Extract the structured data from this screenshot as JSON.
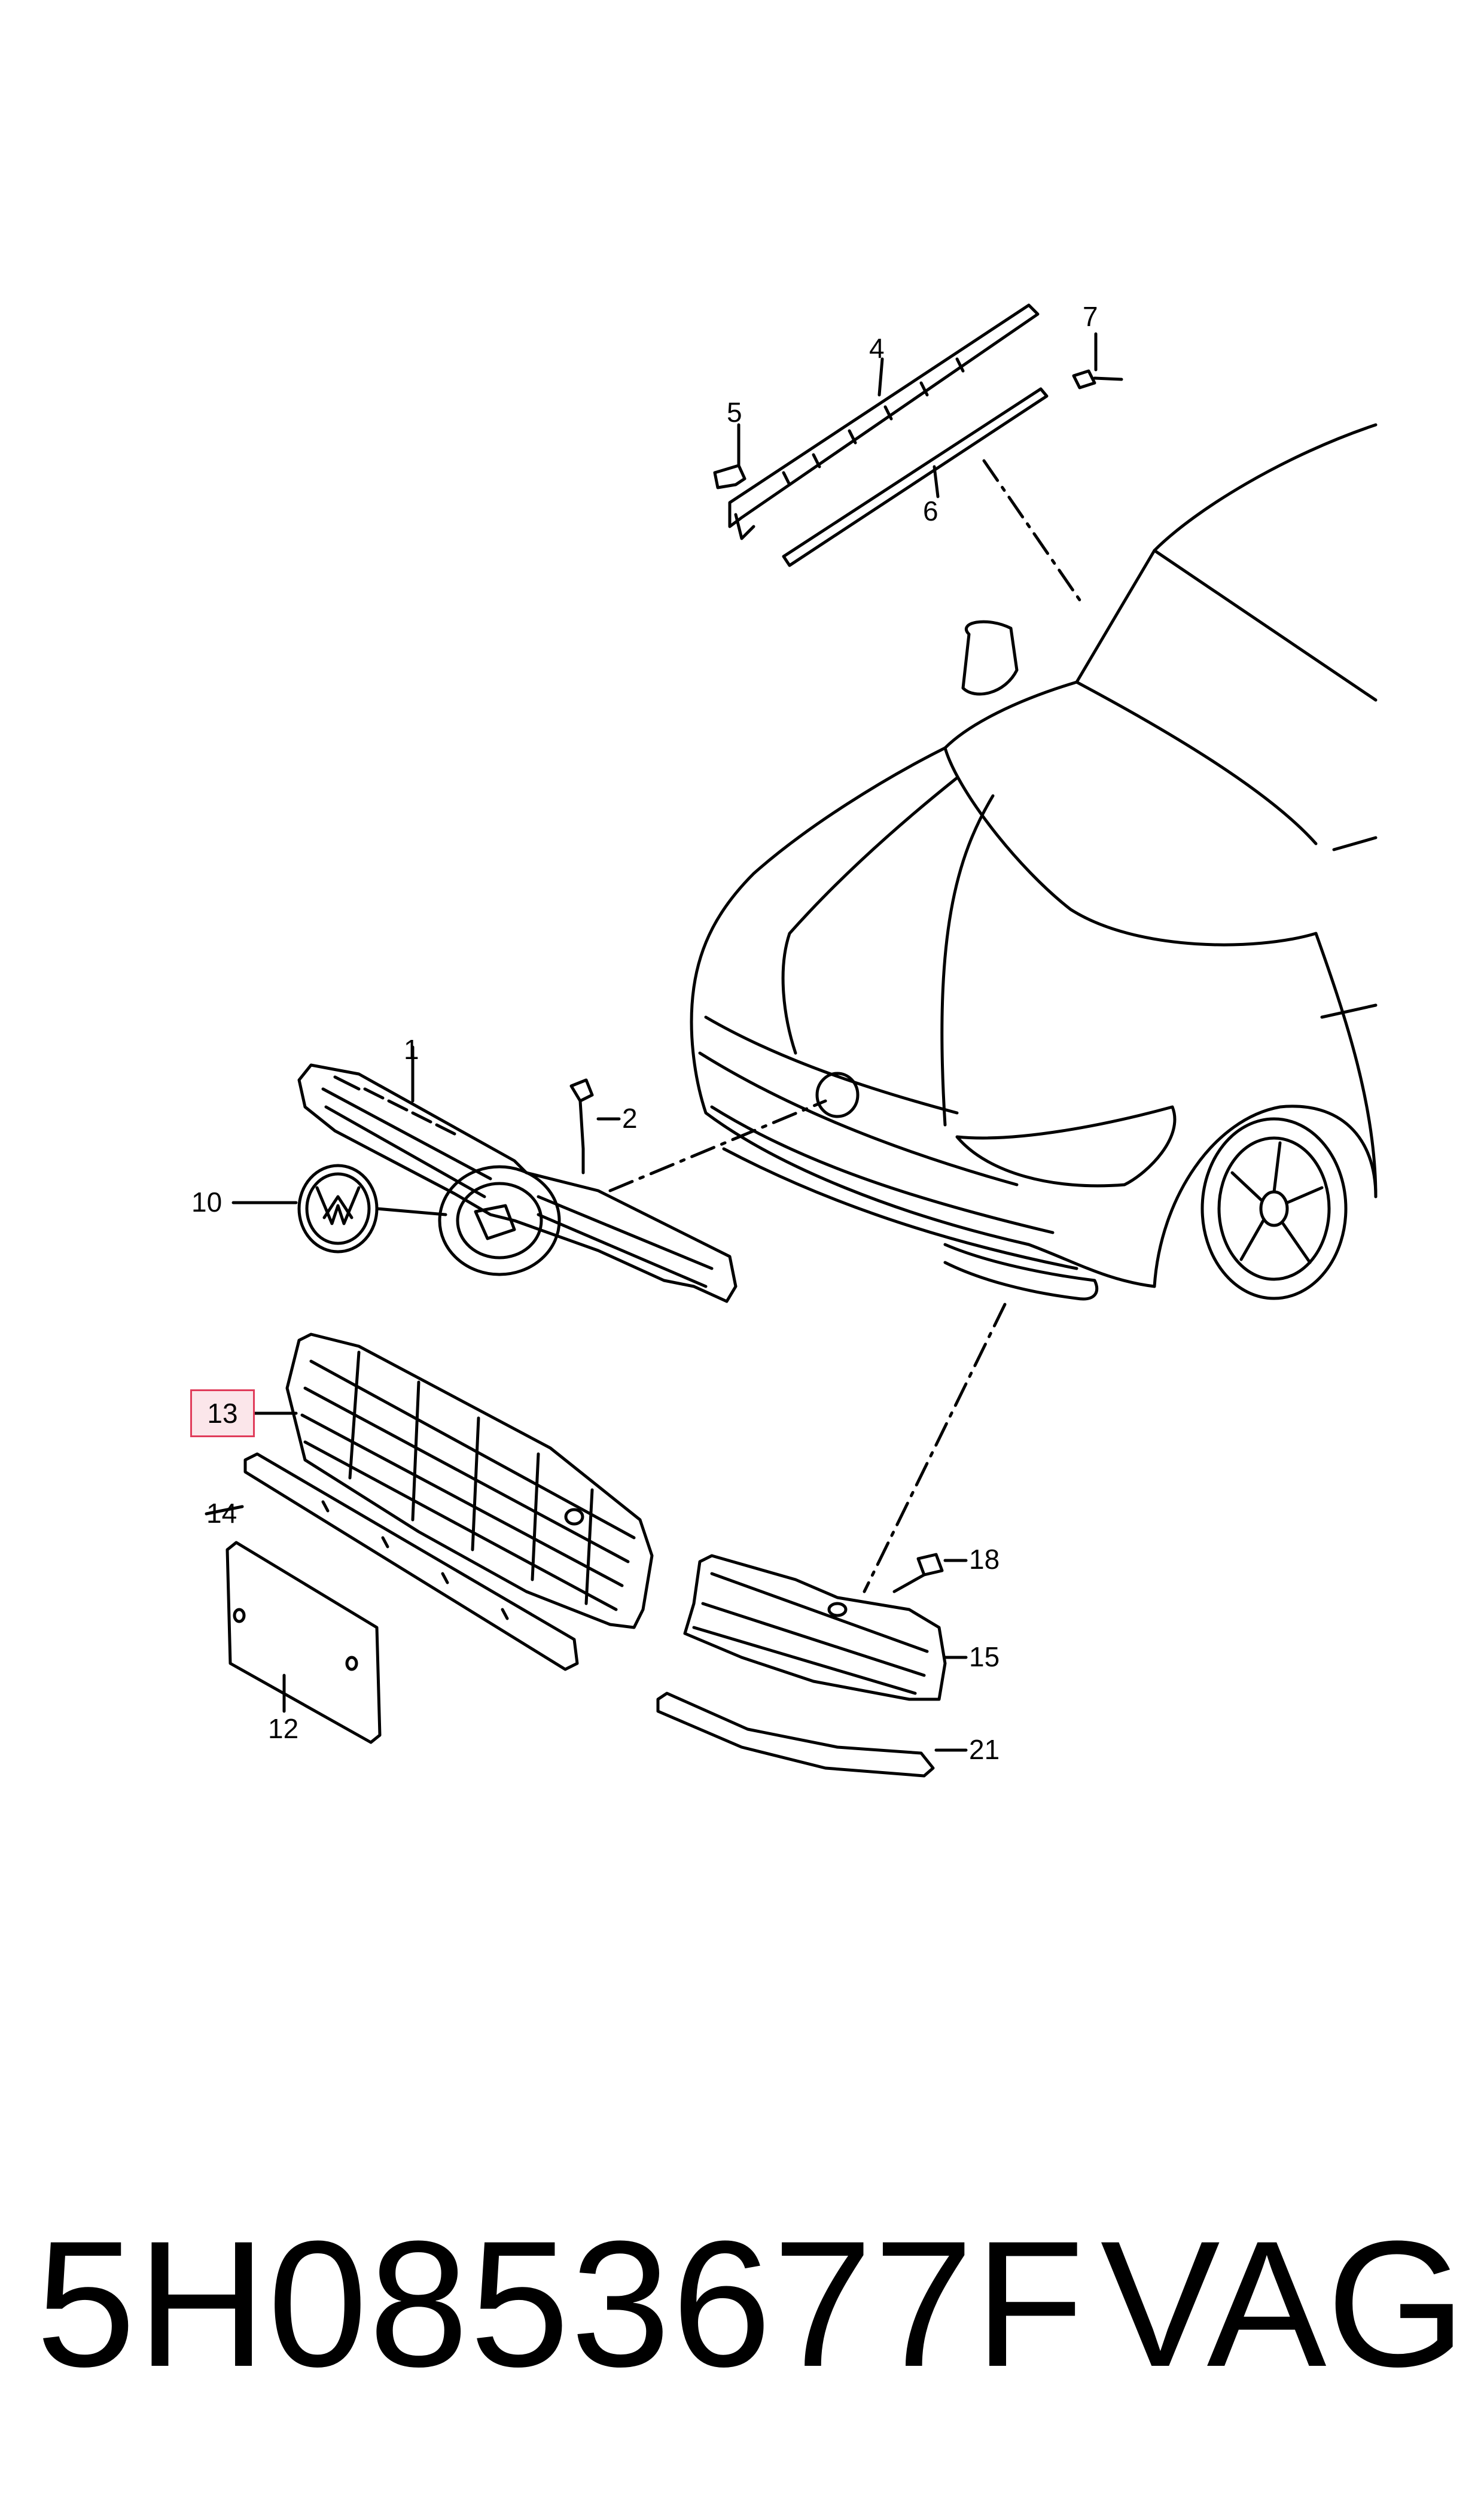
{
  "diagram": {
    "callouts": [
      {
        "id": "1",
        "label": "1"
      },
      {
        "id": "2",
        "label": "2"
      },
      {
        "id": "4",
        "label": "4"
      },
      {
        "id": "5",
        "label": "5"
      },
      {
        "id": "6",
        "label": "6"
      },
      {
        "id": "7",
        "label": "7"
      },
      {
        "id": "10",
        "label": "10"
      },
      {
        "id": "12",
        "label": "12"
      },
      {
        "id": "13",
        "label": "13",
        "highlighted": true
      },
      {
        "id": "14",
        "label": "14"
      },
      {
        "id": "15",
        "label": "15"
      },
      {
        "id": "18",
        "label": "18"
      },
      {
        "id": "21",
        "label": "21"
      }
    ],
    "highlight_color": "#e03c5a"
  },
  "footer": {
    "part_number": "5H0853677F",
    "brand": "VAG"
  }
}
